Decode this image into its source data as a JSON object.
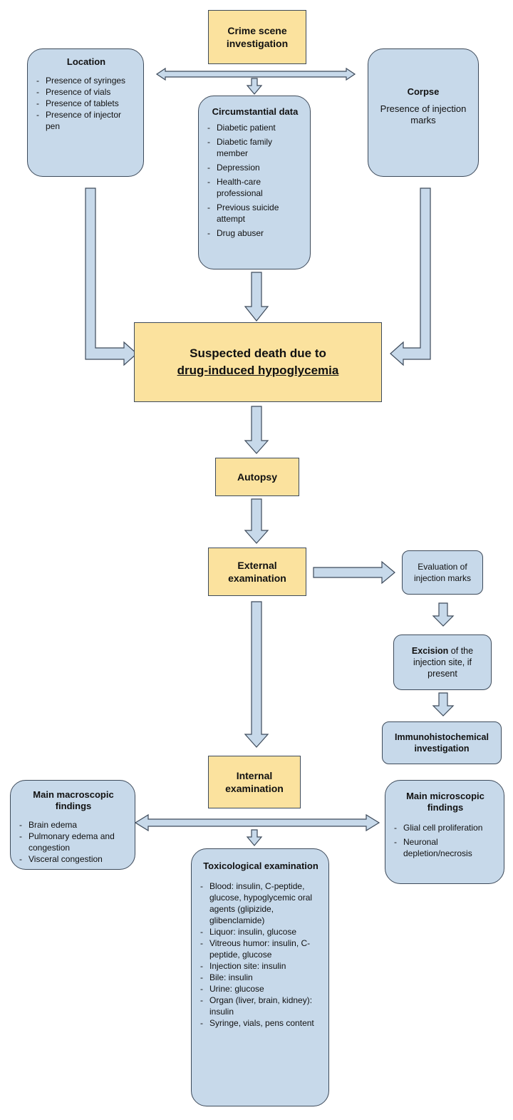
{
  "crime_scene": {
    "line1": "Crime scene",
    "line2": "investigation"
  },
  "location": {
    "title": "Location",
    "items": [
      "Presence of syringes",
      "Presence of vials",
      "Presence of tablets",
      "Presence of injector pen"
    ]
  },
  "corpse": {
    "title": "Corpse",
    "text": "Presence of injection marks"
  },
  "circumstantial": {
    "title": "Circumstantial data",
    "items": [
      "Diabetic patient",
      "Diabetic family member",
      "Depression",
      "Health-care professional",
      "Previous suicide attempt",
      "Drug abuser"
    ]
  },
  "suspected": {
    "line1": "Suspected death due to",
    "line2": "drug-induced hypoglycemia"
  },
  "autopsy": {
    "label": "Autopsy"
  },
  "external": {
    "label": "External examination"
  },
  "evaluation": {
    "text": "Evaluation of injection marks"
  },
  "excision": {
    "bold": "Excision",
    "rest": " of the injection site, if present"
  },
  "immuno": {
    "text": "Immunohistochemical investigation"
  },
  "internal": {
    "label": "Internal examination"
  },
  "macroscopic": {
    "title": "Main macroscopic findings",
    "items": [
      "Brain edema",
      "Pulmonary edema and congestion",
      "Visceral congestion"
    ]
  },
  "microscopic": {
    "title": "Main microscopic findings",
    "items": [
      "Glial cell proliferation",
      "Neuronal depletion/necrosis"
    ]
  },
  "toxicological": {
    "title": "Toxicological examination",
    "items": [
      "Blood: insulin, C-peptide, glucose, hypoglycemic oral agents (glipizide, glibenclamide)",
      "Liquor: insulin, glucose",
      "Vitreous humor: insulin, C-peptide, glucose",
      "Injection site: insulin",
      "Bile: insulin",
      "Urine: glucose",
      "Organ (liver, brain, kidney): insulin",
      "Syringe, vials, pens content"
    ]
  },
  "colors": {
    "yellow_box": "#fbe29e",
    "blue_box": "#c7d9ea",
    "border": "#3d4a5a"
  }
}
